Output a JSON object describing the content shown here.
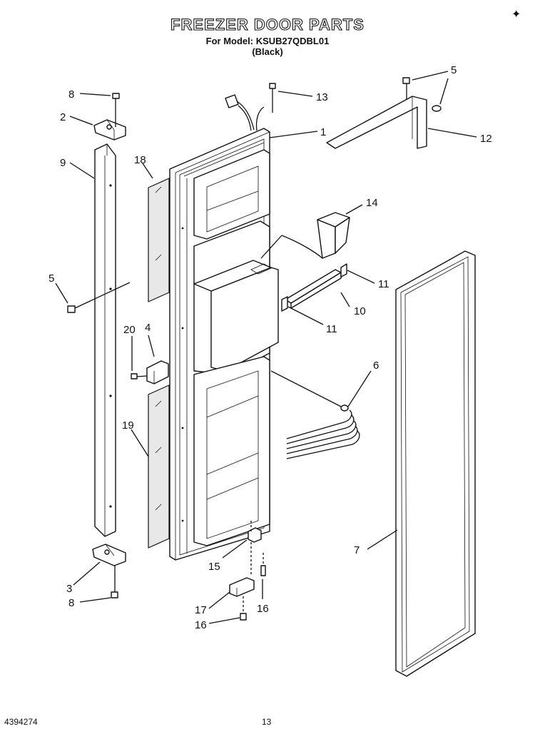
{
  "header": {
    "title": "FREEZER DOOR PARTS",
    "model_line": "For Model: KSUB27QDBL01",
    "color_line": "(Black)"
  },
  "footer": {
    "doc_number": "4394274",
    "page_number": "13"
  },
  "corner_mark": "✦",
  "callouts": [
    "1",
    "2",
    "3",
    "4",
    "5",
    "5",
    "6",
    "7",
    "8",
    "8",
    "9",
    "10",
    "11",
    "11",
    "12",
    "13",
    "14",
    "15",
    "16",
    "16",
    "17",
    "18",
    "19",
    "20"
  ]
}
